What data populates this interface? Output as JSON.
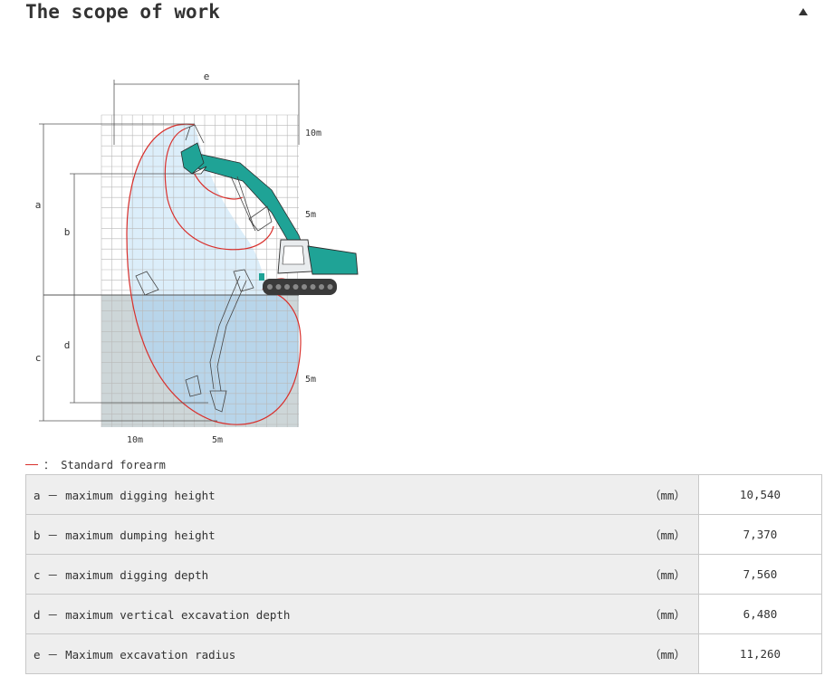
{
  "header": {
    "title": "The scope of work"
  },
  "diagram": {
    "labels": {
      "e": "e",
      "a": "a",
      "b": "b",
      "c": "c",
      "d": "d",
      "right_10m": "10m",
      "right_5m_top": "5m",
      "right_5m_bottom": "5m",
      "bottom_10m": "10m",
      "bottom_5m": "5m"
    },
    "colors": {
      "boom": "#1fa396",
      "envelope": "#d9302c",
      "sky_fill": "#dceefa",
      "ground_fill": "#cdd6d8",
      "dig_fill": "#bcd9ec"
    }
  },
  "legend": {
    "text": "： Standard forearm"
  },
  "specs": [
    {
      "label": "a － maximum digging height",
      "unit": "（mm）",
      "value": "10,540"
    },
    {
      "label": "b － maximum dumping height",
      "unit": "（mm）",
      "value": "7,370"
    },
    {
      "label": "c － maximum digging depth",
      "unit": "（mm）",
      "value": "7,560"
    },
    {
      "label": "d － maximum vertical excavation depth",
      "unit": "（mm）",
      "value": "6,480"
    },
    {
      "label": "e － Maximum excavation radius",
      "unit": "（mm）",
      "value": "11,260"
    }
  ]
}
